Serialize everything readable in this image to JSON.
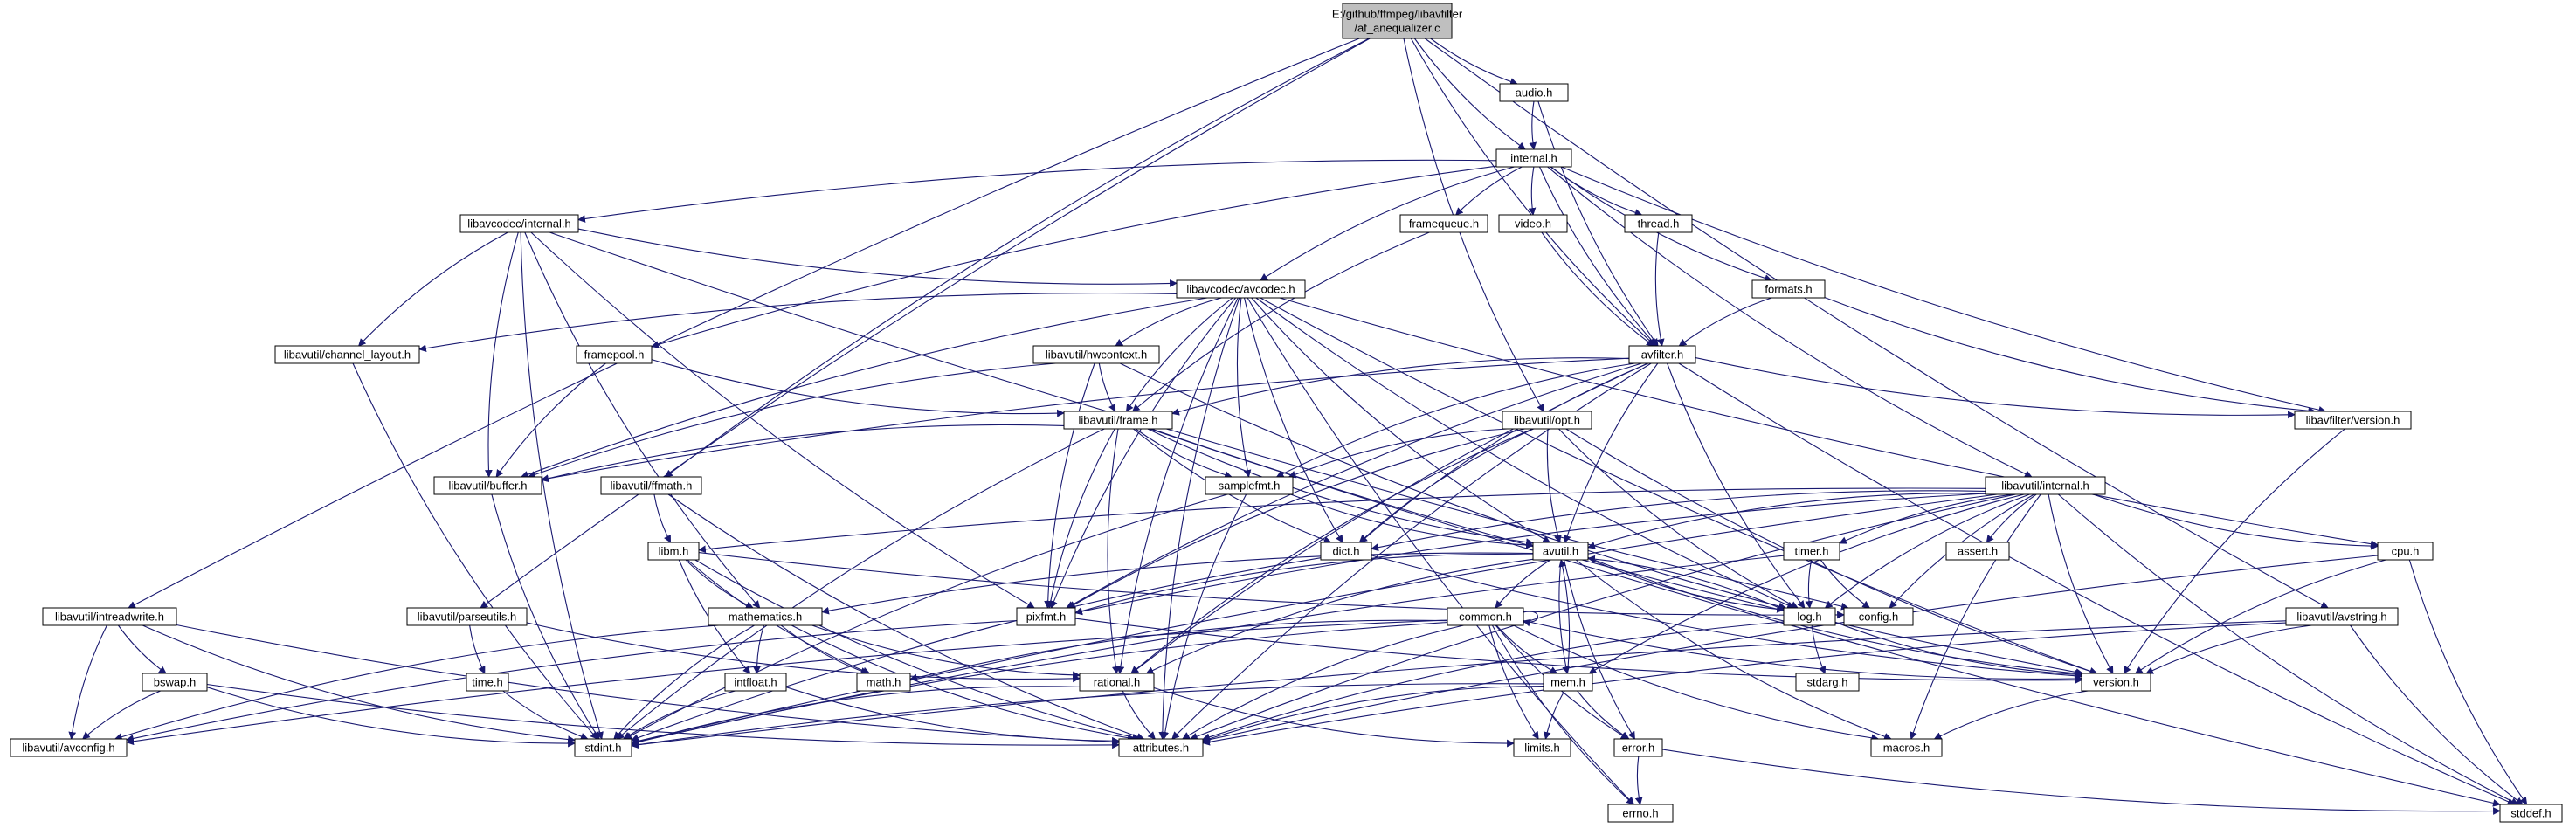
{
  "diagram": {
    "colors": {
      "edge": "#191970",
      "root_fill": "#bfbfbf",
      "normal_border": "#000000",
      "incomplete_border": "#ff0000",
      "external_border": "#bfbfbf",
      "external_text": "#7f7f7f"
    },
    "nodes": [
      {
        "id": "root",
        "lines": [
          "E:/github/ffmpeg/libavfilter",
          "/af_anequalizer.c"
        ],
        "kind": "root"
      },
      {
        "id": "audio_h",
        "lines": [
          "audio.h"
        ],
        "kind": "normal"
      },
      {
        "id": "internal_h",
        "lines": [
          "internal.h"
        ],
        "kind": "normal"
      },
      {
        "id": "lavc_internal",
        "lines": [
          "libavcodec/internal.h"
        ],
        "kind": "normal"
      },
      {
        "id": "framequeue",
        "lines": [
          "framequeue.h"
        ],
        "kind": "normal"
      },
      {
        "id": "video_h",
        "lines": [
          "video.h"
        ],
        "kind": "normal"
      },
      {
        "id": "thread_h",
        "lines": [
          "thread.h"
        ],
        "kind": "normal"
      },
      {
        "id": "formats_h",
        "lines": [
          "formats.h"
        ],
        "kind": "normal"
      },
      {
        "id": "avcodec_h",
        "lines": [
          "libavcodec/avcodec.h"
        ],
        "kind": "incomplete"
      },
      {
        "id": "channel_layout",
        "lines": [
          "libavutil/channel_layout.h"
        ],
        "kind": "normal"
      },
      {
        "id": "framepool",
        "lines": [
          "framepool.h"
        ],
        "kind": "normal"
      },
      {
        "id": "hwcontext",
        "lines": [
          "libavutil/hwcontext.h"
        ],
        "kind": "normal"
      },
      {
        "id": "avfilter_h",
        "lines": [
          "avfilter.h"
        ],
        "kind": "normal"
      },
      {
        "id": "lavf_version",
        "lines": [
          "libavfilter/version.h"
        ],
        "kind": "normal"
      },
      {
        "id": "frame_h",
        "lines": [
          "libavutil/frame.h"
        ],
        "kind": "normal"
      },
      {
        "id": "opt_h",
        "lines": [
          "libavutil/opt.h"
        ],
        "kind": "normal"
      },
      {
        "id": "buffer_h",
        "lines": [
          "libavutil/buffer.h"
        ],
        "kind": "normal"
      },
      {
        "id": "ffmath_h",
        "lines": [
          "libavutil/ffmath.h"
        ],
        "kind": "normal"
      },
      {
        "id": "samplefmt",
        "lines": [
          "samplefmt.h"
        ],
        "kind": "normal"
      },
      {
        "id": "lavu_internal",
        "lines": [
          "libavutil/internal.h"
        ],
        "kind": "normal"
      },
      {
        "id": "assert_h",
        "lines": [
          "assert.h"
        ],
        "kind": "external"
      },
      {
        "id": "cpu_h",
        "lines": [
          "cpu.h"
        ],
        "kind": "normal"
      },
      {
        "id": "libm_h",
        "lines": [
          "libm.h"
        ],
        "kind": "normal"
      },
      {
        "id": "dict_h",
        "lines": [
          "dict.h"
        ],
        "kind": "normal"
      },
      {
        "id": "avutil_h",
        "lines": [
          "avutil.h"
        ],
        "kind": "normal"
      },
      {
        "id": "timer_h",
        "lines": [
          "timer.h"
        ],
        "kind": "incomplete"
      },
      {
        "id": "intreadwrite",
        "lines": [
          "libavutil/intreadwrite.h"
        ],
        "kind": "normal"
      },
      {
        "id": "parseutils",
        "lines": [
          "libavutil/parseutils.h"
        ],
        "kind": "normal"
      },
      {
        "id": "mathematics",
        "lines": [
          "mathematics.h"
        ],
        "kind": "normal"
      },
      {
        "id": "pixfmt_h",
        "lines": [
          "pixfmt.h"
        ],
        "kind": "normal"
      },
      {
        "id": "common_h",
        "lines": [
          "common.h"
        ],
        "kind": "incomplete"
      },
      {
        "id": "log_h",
        "lines": [
          "log.h"
        ],
        "kind": "normal"
      },
      {
        "id": "config_h",
        "lines": [
          "config.h"
        ],
        "kind": "external"
      },
      {
        "id": "avstring",
        "lines": [
          "libavutil/avstring.h"
        ],
        "kind": "normal"
      },
      {
        "id": "bswap_h",
        "lines": [
          "bswap.h"
        ],
        "kind": "normal"
      },
      {
        "id": "time_h",
        "lines": [
          "time.h"
        ],
        "kind": "normal"
      },
      {
        "id": "math_h",
        "lines": [
          "math.h"
        ],
        "kind": "external"
      },
      {
        "id": "rational_h",
        "lines": [
          "rational.h"
        ],
        "kind": "normal"
      },
      {
        "id": "mem_h",
        "lines": [
          "mem.h"
        ],
        "kind": "normal"
      },
      {
        "id": "stdarg_h",
        "lines": [
          "stdarg.h"
        ],
        "kind": "external"
      },
      {
        "id": "version_h",
        "lines": [
          "version.h"
        ],
        "kind": "normal"
      },
      {
        "id": "avconfig",
        "lines": [
          "libavutil/avconfig.h"
        ],
        "kind": "external"
      },
      {
        "id": "stdint_h",
        "lines": [
          "stdint.h"
        ],
        "kind": "external"
      },
      {
        "id": "intfloat_h",
        "lines": [
          "intfloat.h"
        ],
        "kind": "normal"
      },
      {
        "id": "attributes_h",
        "lines": [
          "attributes.h"
        ],
        "kind": "normal"
      },
      {
        "id": "limits_h",
        "lines": [
          "limits.h"
        ],
        "kind": "incomplete"
      },
      {
        "id": "error_h",
        "lines": [
          "error.h"
        ],
        "kind": "normal"
      },
      {
        "id": "macros_h",
        "lines": [
          "macros.h"
        ],
        "kind": "normal"
      },
      {
        "id": "errno_h",
        "lines": [
          "errno.h"
        ],
        "kind": "external"
      },
      {
        "id": "stddef_h",
        "lines": [
          "stddef.h"
        ],
        "kind": "external"
      }
    ],
    "edges": [
      [
        "root",
        "audio_h"
      ],
      [
        "root",
        "internal_h"
      ],
      [
        "root",
        "avfilter_h"
      ],
      [
        "root",
        "opt_h"
      ],
      [
        "root",
        "intreadwrite"
      ],
      [
        "root",
        "parseutils"
      ],
      [
        "root",
        "ffmath_h"
      ],
      [
        "root",
        "avstring"
      ],
      [
        "audio_h",
        "internal_h"
      ],
      [
        "audio_h",
        "avfilter_h"
      ],
      [
        "internal_h",
        "lavc_internal"
      ],
      [
        "internal_h",
        "framequeue"
      ],
      [
        "internal_h",
        "video_h"
      ],
      [
        "internal_h",
        "thread_h"
      ],
      [
        "internal_h",
        "formats_h"
      ],
      [
        "internal_h",
        "avcodec_h"
      ],
      [
        "internal_h",
        "framepool"
      ],
      [
        "internal_h",
        "avfilter_h"
      ],
      [
        "internal_h",
        "lavf_version"
      ],
      [
        "internal_h",
        "lavu_internal"
      ],
      [
        "lavc_internal",
        "avcodec_h"
      ],
      [
        "lavc_internal",
        "channel_layout"
      ],
      [
        "lavc_internal",
        "buffer_h"
      ],
      [
        "lavc_internal",
        "mathematics"
      ],
      [
        "lavc_internal",
        "pixfmt_h"
      ],
      [
        "lavc_internal",
        "stdint_h"
      ],
      [
        "lavc_internal",
        "config_h"
      ],
      [
        "framequeue",
        "frame_h"
      ],
      [
        "video_h",
        "avfilter_h"
      ],
      [
        "thread_h",
        "avfilter_h"
      ],
      [
        "formats_h",
        "avfilter_h"
      ],
      [
        "formats_h",
        "lavf_version"
      ],
      [
        "avcodec_h",
        "channel_layout"
      ],
      [
        "avcodec_h",
        "hwcontext"
      ],
      [
        "avcodec_h",
        "frame_h"
      ],
      [
        "avcodec_h",
        "samplefmt"
      ],
      [
        "avcodec_h",
        "dict_h"
      ],
      [
        "avcodec_h",
        "avutil_h"
      ],
      [
        "avcodec_h",
        "buffer_h"
      ],
      [
        "avcodec_h",
        "pixfmt_h"
      ],
      [
        "avcodec_h",
        "rational_h"
      ],
      [
        "avcodec_h",
        "attributes_h"
      ],
      [
        "avcodec_h",
        "cpu_h"
      ],
      [
        "avcodec_h",
        "log_h"
      ],
      [
        "avcodec_h",
        "version_h"
      ],
      [
        "avcodec_h",
        "errno_h"
      ],
      [
        "channel_layout",
        "stdint_h"
      ],
      [
        "framepool",
        "buffer_h"
      ],
      [
        "framepool",
        "frame_h"
      ],
      [
        "hwcontext",
        "buffer_h"
      ],
      [
        "hwcontext",
        "frame_h"
      ],
      [
        "hwcontext",
        "log_h"
      ],
      [
        "hwcontext",
        "pixfmt_h"
      ],
      [
        "avfilter_h",
        "lavf_version"
      ],
      [
        "avfilter_h",
        "frame_h"
      ],
      [
        "avfilter_h",
        "buffer_h"
      ],
      [
        "avfilter_h",
        "samplefmt"
      ],
      [
        "avfilter_h",
        "dict_h"
      ],
      [
        "avfilter_h",
        "avutil_h"
      ],
      [
        "avfilter_h",
        "log_h"
      ],
      [
        "avfilter_h",
        "pixfmt_h"
      ],
      [
        "avfilter_h",
        "rational_h"
      ],
      [
        "avfilter_h",
        "attributes_h"
      ],
      [
        "avfilter_h",
        "stddef_h"
      ],
      [
        "lavf_version",
        "version_h"
      ],
      [
        "frame_h",
        "buffer_h"
      ],
      [
        "frame_h",
        "samplefmt"
      ],
      [
        "frame_h",
        "dict_h"
      ],
      [
        "frame_h",
        "avutil_h"
      ],
      [
        "frame_h",
        "pixfmt_h"
      ],
      [
        "frame_h",
        "rational_h"
      ],
      [
        "frame_h",
        "version_h"
      ],
      [
        "frame_h",
        "stdint_h"
      ],
      [
        "frame_h",
        "stddef_h"
      ],
      [
        "opt_h",
        "samplefmt"
      ],
      [
        "opt_h",
        "dict_h"
      ],
      [
        "opt_h",
        "avutil_h"
      ],
      [
        "opt_h",
        "log_h"
      ],
      [
        "opt_h",
        "pixfmt_h"
      ],
      [
        "opt_h",
        "rational_h"
      ],
      [
        "opt_h",
        "version_h"
      ],
      [
        "buffer_h",
        "stdint_h"
      ],
      [
        "ffmath_h",
        "libm_h"
      ],
      [
        "ffmath_h",
        "attributes_h"
      ],
      [
        "samplefmt",
        "avutil_h"
      ],
      [
        "samplefmt",
        "attributes_h"
      ],
      [
        "samplefmt",
        "stdint_h"
      ],
      [
        "lavu_internal",
        "assert_h"
      ],
      [
        "lavu_internal",
        "cpu_h"
      ],
      [
        "lavu_internal",
        "timer_h"
      ],
      [
        "lavu_internal",
        "dict_h"
      ],
      [
        "lavu_internal",
        "avutil_h"
      ],
      [
        "lavu_internal",
        "libm_h"
      ],
      [
        "lavu_internal",
        "log_h"
      ],
      [
        "lavu_internal",
        "config_h"
      ],
      [
        "lavu_internal",
        "mem_h"
      ],
      [
        "lavu_internal",
        "version_h"
      ],
      [
        "lavu_internal",
        "stdint_h"
      ],
      [
        "lavu_internal",
        "attributes_h"
      ],
      [
        "lavu_internal",
        "macros_h"
      ],
      [
        "lavu_internal",
        "stddef_h"
      ],
      [
        "lavu_internal",
        "pixfmt_h"
      ],
      [
        "cpu_h",
        "version_h"
      ],
      [
        "cpu_h",
        "stddef_h"
      ],
      [
        "cpu_h",
        "attributes_h"
      ],
      [
        "libm_h",
        "mathematics"
      ],
      [
        "libm_h",
        "intfloat_h"
      ],
      [
        "libm_h",
        "math_h"
      ],
      [
        "libm_h",
        "attributes_h"
      ],
      [
        "libm_h",
        "config_h"
      ],
      [
        "dict_h",
        "stdint_h"
      ],
      [
        "dict_h",
        "version_h"
      ],
      [
        "avutil_h",
        "common_h"
      ],
      [
        "avutil_h",
        "error_h"
      ],
      [
        "avutil_h",
        "rational_h"
      ],
      [
        "avutil_h",
        "mathematics"
      ],
      [
        "avutil_h",
        "log_h"
      ],
      [
        "avutil_h",
        "pixfmt_h"
      ],
      [
        "avutil_h",
        "macros_h"
      ],
      [
        "avutil_h",
        "version_h"
      ],
      [
        "avutil_h",
        "mem_h"
      ],
      [
        "timer_h",
        "log_h"
      ],
      [
        "timer_h",
        "config_h"
      ],
      [
        "timer_h",
        "stdint_h"
      ],
      [
        "intreadwrite",
        "bswap_h"
      ],
      [
        "intreadwrite",
        "avconfig"
      ],
      [
        "intreadwrite",
        "attributes_h"
      ],
      [
        "intreadwrite",
        "stdint_h"
      ],
      [
        "parseutils",
        "time_h"
      ],
      [
        "parseutils",
        "rational_h"
      ],
      [
        "mathematics",
        "intfloat_h"
      ],
      [
        "mathematics",
        "rational_h"
      ],
      [
        "mathematics",
        "math_h"
      ],
      [
        "mathematics",
        "attributes_h"
      ],
      [
        "mathematics",
        "stdint_h"
      ],
      [
        "mathematics",
        "avconfig"
      ],
      [
        "pixfmt_h",
        "version_h"
      ],
      [
        "pixfmt_h",
        "avconfig"
      ],
      [
        "common_h",
        "common_h"
      ],
      [
        "common_h",
        "attributes_h"
      ],
      [
        "common_h",
        "limits_h"
      ],
      [
        "common_h",
        "math_h"
      ],
      [
        "common_h",
        "stdint_h"
      ],
      [
        "common_h",
        "mem_h"
      ],
      [
        "common_h",
        "error_h"
      ],
      [
        "common_h",
        "errno_h"
      ],
      [
        "common_h",
        "version_h"
      ],
      [
        "common_h",
        "macros_h"
      ],
      [
        "common_h",
        "avconfig"
      ],
      [
        "log_h",
        "stdarg_h"
      ],
      [
        "log_h",
        "attributes_h"
      ],
      [
        "log_h",
        "avutil_h"
      ],
      [
        "log_h",
        "version_h"
      ],
      [
        "avstring",
        "attributes_h"
      ],
      [
        "avstring",
        "version_h"
      ],
      [
        "avstring",
        "stddef_h"
      ],
      [
        "avstring",
        "stdint_h"
      ],
      [
        "bswap_h",
        "avconfig"
      ],
      [
        "bswap_h",
        "attributes_h"
      ],
      [
        "bswap_h",
        "stdint_h"
      ],
      [
        "time_h",
        "stdint_h"
      ],
      [
        "rational_h",
        "attributes_h"
      ],
      [
        "rational_h",
        "stdint_h"
      ],
      [
        "rational_h",
        "limits_h"
      ],
      [
        "mem_h",
        "attributes_h"
      ],
      [
        "mem_h",
        "error_h"
      ],
      [
        "mem_h",
        "avutil_h"
      ],
      [
        "mem_h",
        "limits_h"
      ],
      [
        "mem_h",
        "stdint_h"
      ],
      [
        "version_h",
        "macros_h"
      ],
      [
        "intfloat_h",
        "attributes_h"
      ],
      [
        "intfloat_h",
        "stdint_h"
      ],
      [
        "error_h",
        "errno_h"
      ],
      [
        "error_h",
        "stddef_h"
      ]
    ]
  }
}
